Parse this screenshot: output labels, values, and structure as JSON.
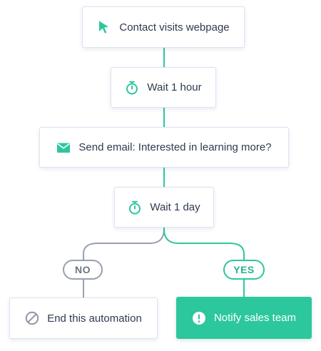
{
  "colors": {
    "accent": "#2dc79d",
    "branch_no": "#98a0af",
    "node_border": "#dbe3f3",
    "text": "#2f3a4f"
  },
  "steps": [
    {
      "label": "Contact visits webpage",
      "icon": "cursor-icon"
    },
    {
      "label": "Wait 1 hour",
      "icon": "stopwatch-icon"
    },
    {
      "label": "Send email: Interested in learning more?",
      "icon": "envelope-icon"
    },
    {
      "label": "Wait 1 day",
      "icon": "stopwatch-icon"
    }
  ],
  "branches": {
    "no": {
      "label": "NO",
      "outcome": {
        "label": "End this automation",
        "icon": "prohibited-icon"
      }
    },
    "yes": {
      "label": "YES",
      "outcome": {
        "label": "Notify sales team",
        "icon": "exclamation-icon"
      }
    }
  }
}
